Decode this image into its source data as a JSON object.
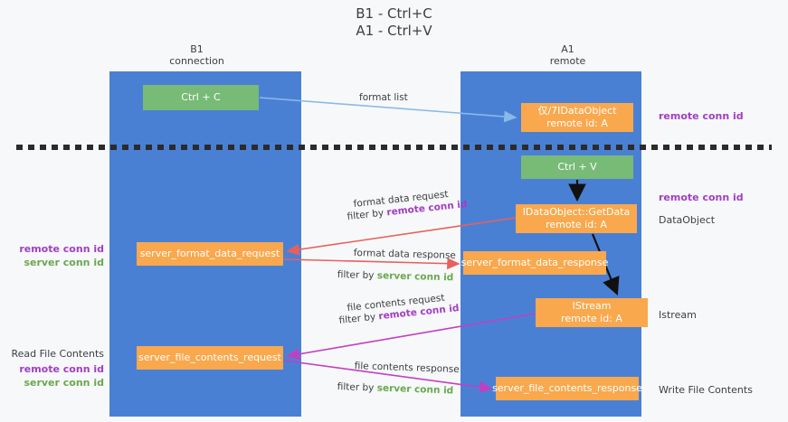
{
  "title": "B1 - Ctrl+C\nA1 - Ctrl+V",
  "columns": {
    "left": {
      "header": "B1\nconnection"
    },
    "right": {
      "header": "A1\nremote"
    }
  },
  "nodes": {
    "ctrl_c": {
      "label": "Ctrl + C",
      "color": "#77bb77"
    },
    "idataobject": {
      "label": "仅/7IDataObject\nremote id: A",
      "color": "#f9a84d"
    },
    "ctrl_v": {
      "label": "Ctrl + V",
      "color": "#77bb77"
    },
    "getdata": {
      "label": "IDataObject::GetData\nremote id: A",
      "color": "#f9a84d"
    },
    "format_request": {
      "label": "server_format_data_request",
      "color": "#f9a84d"
    },
    "format_response": {
      "label": "server_format_data_response",
      "color": "#f9a84d"
    },
    "istream": {
      "label": "IStream\nremote id: A",
      "color": "#f9a84d"
    },
    "file_request": {
      "label": "server_file_contents_request",
      "color": "#f9a84d"
    },
    "file_response": {
      "label": "server_file_contents_response",
      "color": "#f9a84d"
    }
  },
  "edge_labels": {
    "format_list": "format list",
    "format_data_request": "format data request",
    "format_data_request_filter_prefix": "filter by ",
    "format_data_request_filter_key": "remote conn id",
    "format_data_response": "format data response",
    "format_data_response_filter_prefix": "filter by ",
    "format_data_response_filter_key": "server conn id",
    "file_contents_request": "file contents request",
    "file_contents_request_filter_prefix": "filter by ",
    "file_contents_request_filter_key": "remote conn id",
    "file_contents_response": "file contents response",
    "file_contents_response_filter_prefix": "filter by ",
    "file_contents_response_filter_key": "server conn id"
  },
  "annotations": {
    "left_remote_conn_id": "remote conn id",
    "left_server_conn_id": "server conn id",
    "read_file_contents": "Read File Contents",
    "left_remote_conn_id_2": "remote conn id",
    "left_server_conn_id_2": "server conn id",
    "right_remote_conn_id_1": "remote conn id",
    "right_remote_conn_id_2": "remote conn id",
    "dataobject": "DataObject",
    "istream": "Istream",
    "write_file_contents": "Write File Contents"
  },
  "colors": {
    "lane": "#4a80d4",
    "green_node": "#77bb77",
    "orange_node": "#f9a84d",
    "remote_conn_id": "#a13ec4",
    "server_conn_id": "#6aa84f",
    "format_edge": "#e8605d",
    "file_edge": "#c23fc2",
    "format_list_edge": "#8ab9e8",
    "black_edge": "#000000",
    "background": "#f7f8f9"
  }
}
